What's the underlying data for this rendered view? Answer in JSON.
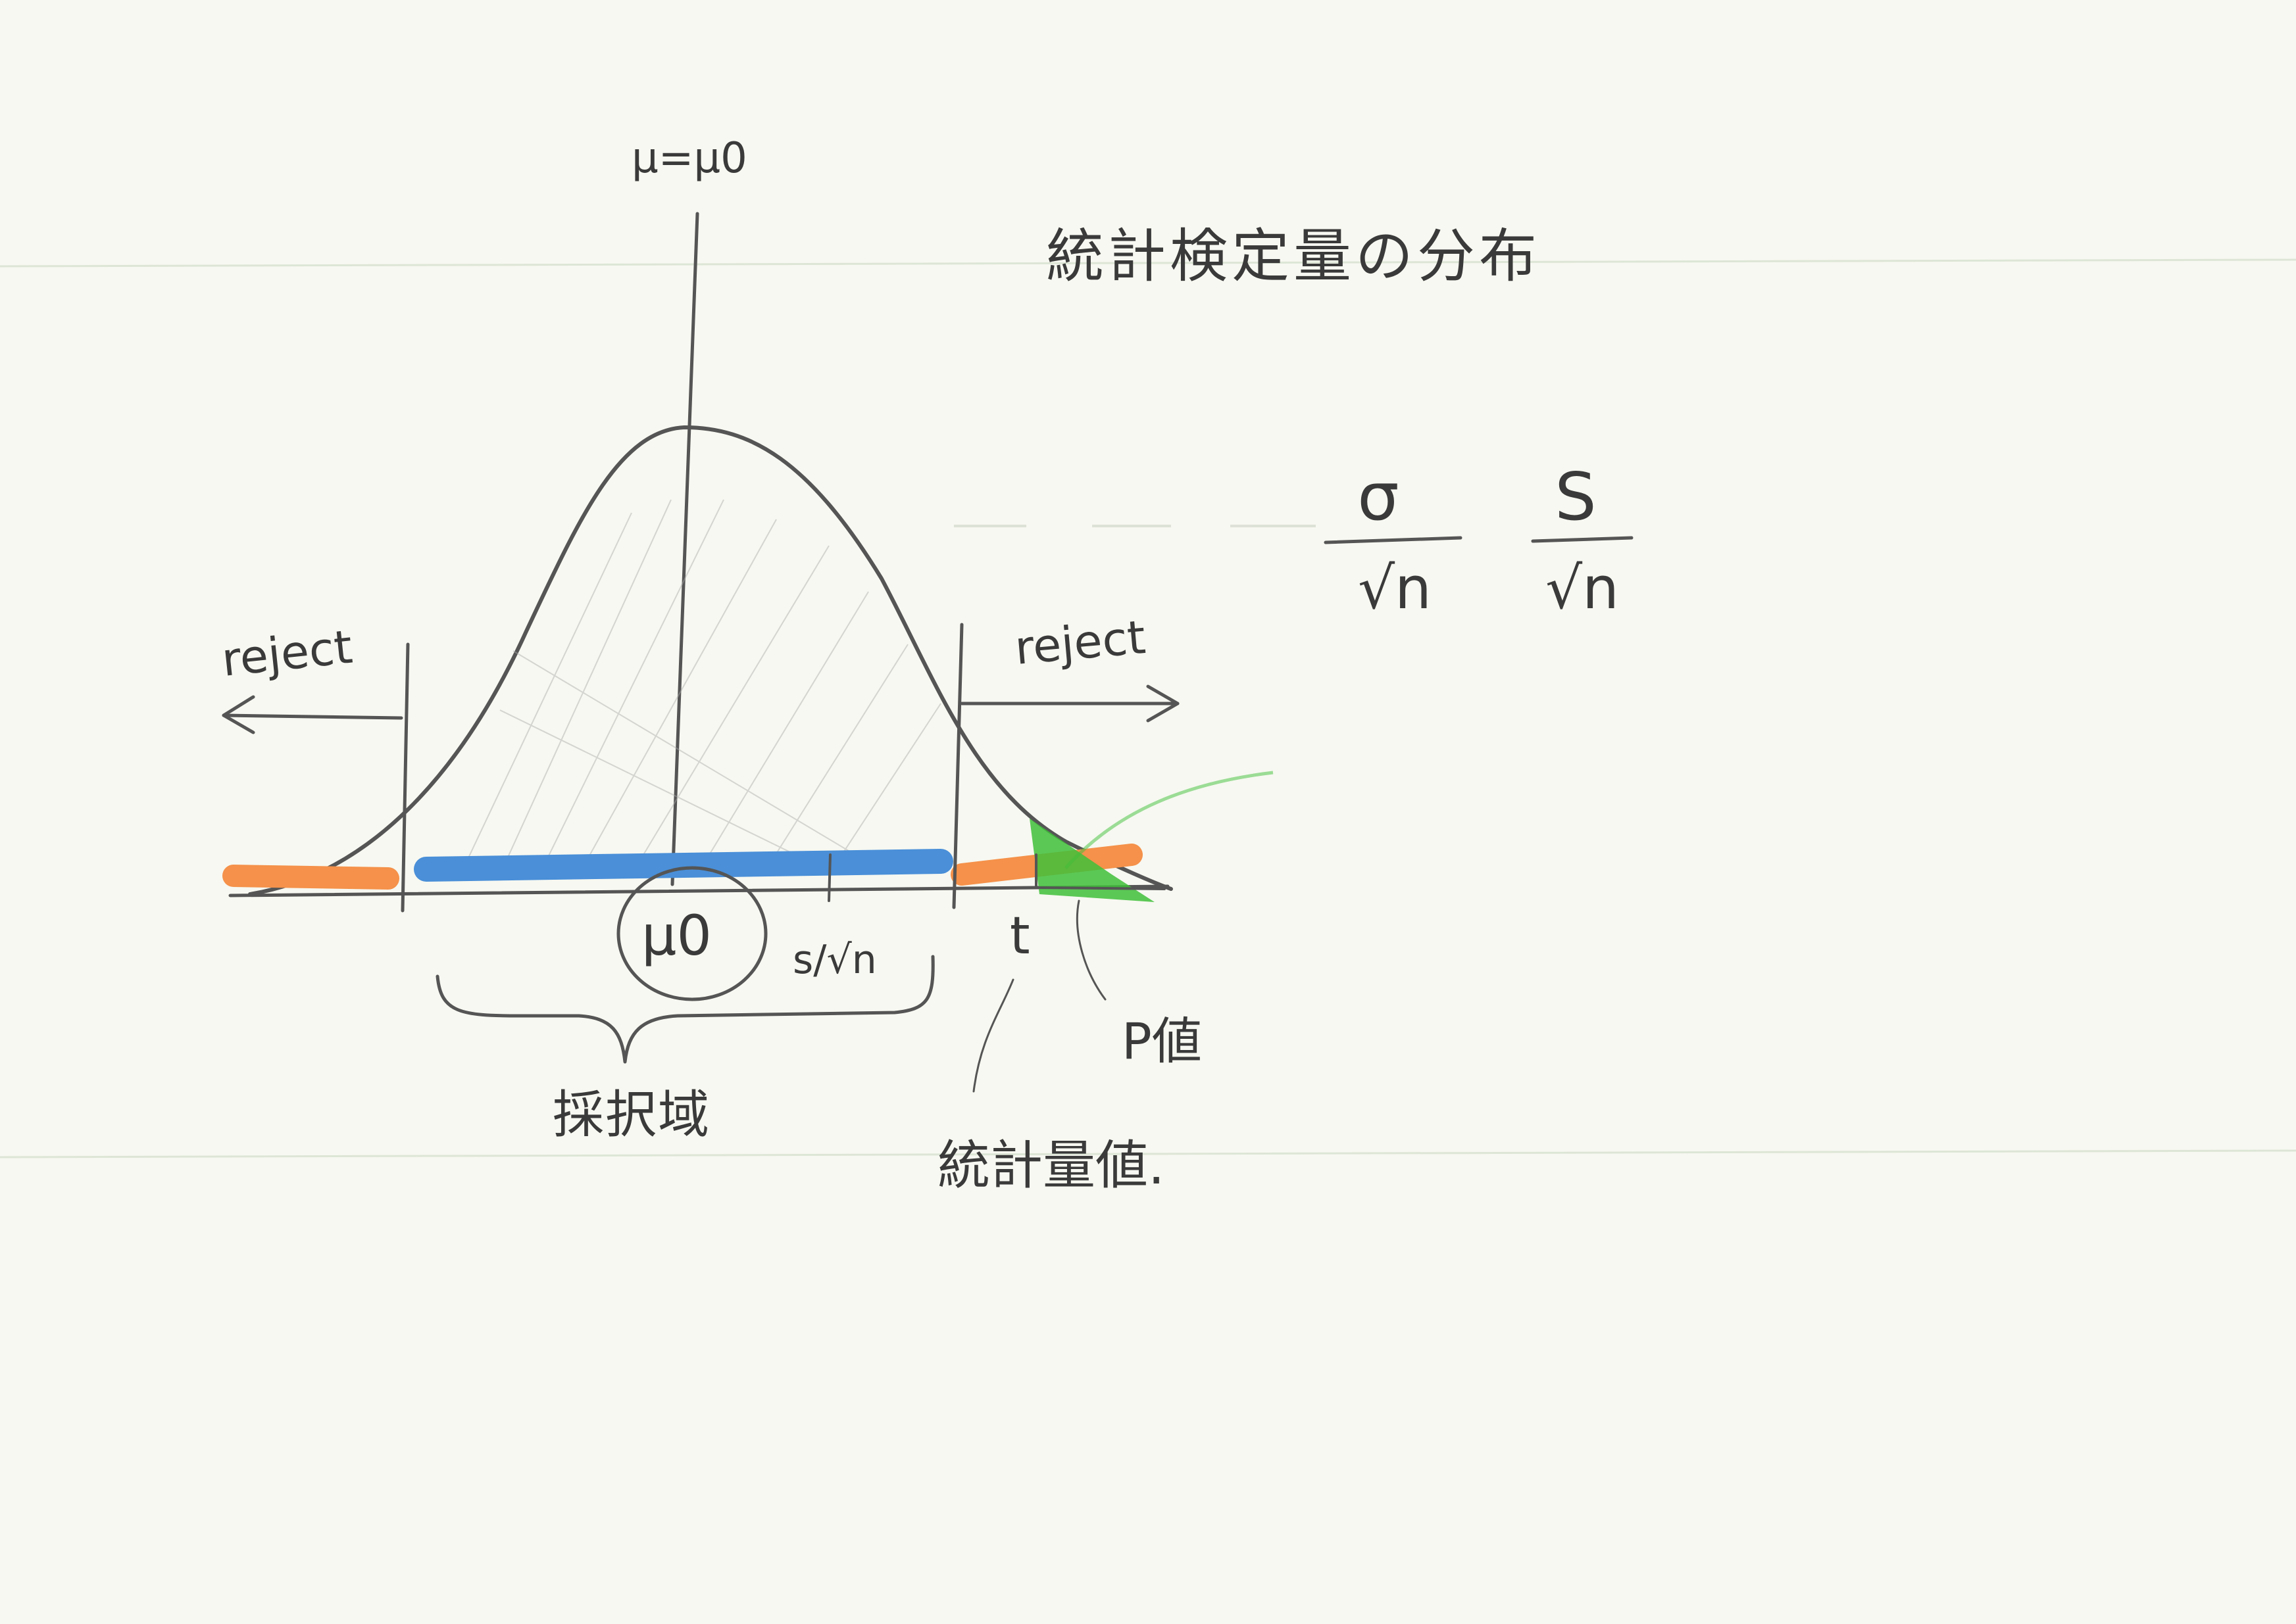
{
  "title": "統計検定量の分布",
  "center_label": "μ=μ0",
  "mean_label": "μ0",
  "se_label": "s/√n",
  "accept_label": "採択域",
  "reject_left": "reject",
  "reject_right": "reject",
  "t_label": "t",
  "stat_label": "統計量値.",
  "p_label": "P値",
  "formula_sigma": {
    "numerator": "σ",
    "denominator": "√n"
  },
  "formula_s": {
    "numerator": "S",
    "denominator": "√n"
  },
  "colors": {
    "paper": "#f7f8f1",
    "pencil": "#555555",
    "accept_band": "#4a8fd8",
    "reject_band": "#f5914a",
    "p_value": "#3fbf3a"
  }
}
